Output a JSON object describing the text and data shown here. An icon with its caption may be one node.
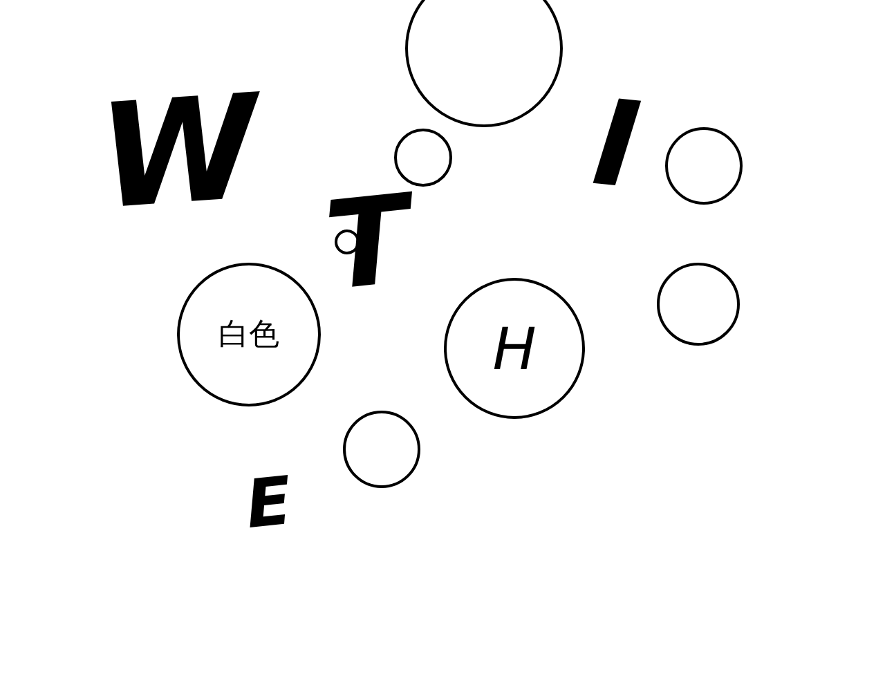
{
  "diagram": {
    "nodes": [
      {
        "text": [],
        "shape": "circle"
      },
      {
        "text": [],
        "shape": "circle"
      },
      {
        "text": [],
        "shape": "circle"
      },
      {
        "text": [],
        "shape": "circle"
      },
      {
        "text": [],
        "shape": "circle"
      },
      {
        "text": [
          "白色"
        ]
      },
      {
        "text": [
          "H"
        ]
      },
      {
        "text": [],
        "shape": "circle"
      }
    ],
    "labels": [
      "W",
      "I",
      "T",
      "E"
    ]
  }
}
